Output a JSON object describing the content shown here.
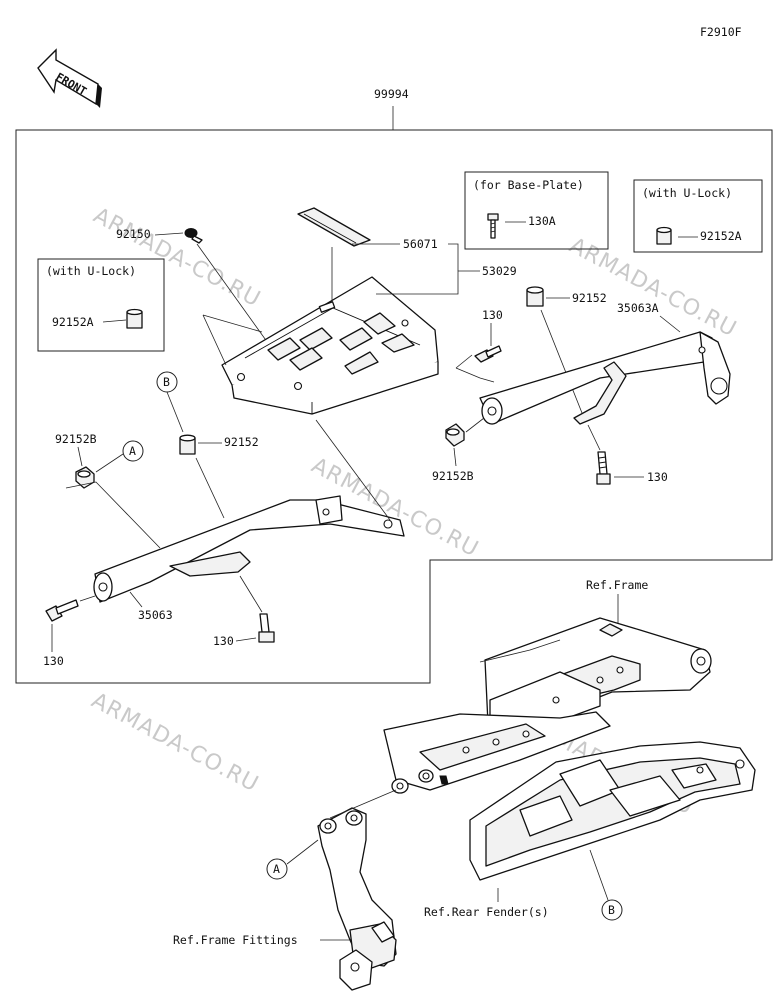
{
  "figure_code": "F2910F",
  "front_label": "FRONT",
  "assembly_number": "99994",
  "watermark": "ARMADA-CO.RU",
  "boxes": {
    "base_plate": {
      "title": "(for Base-Plate)",
      "part": "130A"
    },
    "u_lock_right": {
      "title": "(with U-Lock)",
      "part": "92152A"
    },
    "u_lock_left": {
      "title": "(with U-Lock)",
      "part": "92152A"
    }
  },
  "labels": {
    "p92150": "92150",
    "p56071": "56071",
    "p53029": "53029",
    "p130_top": "130",
    "p92152_right": "92152",
    "p35063A": "35063A",
    "p92152B_right": "92152B",
    "p130_right": "130",
    "p92152B_left": "92152B",
    "p92152_left": "92152",
    "p35063": "35063",
    "p130_left": "130",
    "p130_bottom": "130",
    "ref_frame": "Ref.Frame",
    "ref_rear_fender": "Ref.Rear Fender(s)",
    "ref_frame_fittings": "Ref.Frame Fittings"
  },
  "callouts": {
    "a": "A",
    "b": "B"
  }
}
